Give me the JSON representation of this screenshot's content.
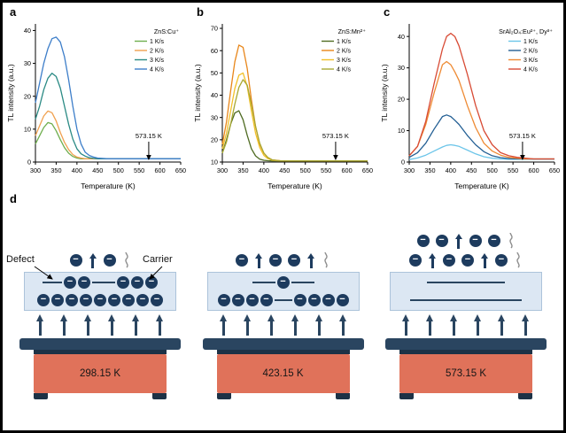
{
  "figure": {
    "background": "#ffffff",
    "border_color": "#000000"
  },
  "chart_data": [
    {
      "id": "a",
      "letter": "a",
      "type": "line",
      "title": "ZnS:Cu⁺",
      "xlabel": "Temperature (K)",
      "ylabel": "TL intensity (a.u.)",
      "xlim": [
        300,
        650
      ],
      "ylim": [
        0,
        42
      ],
      "x_ticks": [
        300,
        350,
        400,
        450,
        500,
        550,
        600,
        650
      ],
      "y_ticks": [
        0,
        10,
        20,
        30,
        40
      ],
      "annotation": {
        "text": "573.15 K",
        "x": 573
      },
      "legend_position": "top-right",
      "grid": false,
      "x": [
        300,
        310,
        320,
        330,
        340,
        350,
        360,
        370,
        380,
        390,
        400,
        410,
        420,
        430,
        440,
        450,
        475,
        500,
        550,
        600,
        650
      ],
      "series": [
        {
          "name": "1 K/s",
          "color": "#6fae4e",
          "y": [
            5.5,
            8,
            10.5,
            12,
            11.6,
            9.5,
            6.8,
            4.4,
            2.7,
            1.7,
            1.2,
            1,
            1,
            1,
            1,
            1,
            1,
            1,
            1,
            1,
            1
          ]
        },
        {
          "name": "2 K/s",
          "color": "#f0a14f",
          "y": [
            8,
            11,
            14,
            15.5,
            15,
            12.5,
            9,
            6,
            3.8,
            2.3,
            1.5,
            1.2,
            1,
            1,
            1,
            1,
            1,
            1,
            1,
            1,
            1
          ]
        },
        {
          "name": "3 K/s",
          "color": "#2a8a84",
          "y": [
            13,
            17,
            22,
            25.5,
            27,
            26,
            22.5,
            17,
            11.5,
            7,
            4,
            2.5,
            1.8,
            1.3,
            1.1,
            1,
            1,
            1,
            1,
            1,
            1
          ]
        },
        {
          "name": "4 K/s",
          "color": "#3d7ec9",
          "y": [
            18,
            24,
            30,
            34.5,
            37.5,
            38,
            36.5,
            32,
            25,
            17,
            10,
            5.5,
            3,
            2,
            1.5,
            1.2,
            1,
            1,
            1,
            1,
            1
          ]
        }
      ]
    },
    {
      "id": "b",
      "letter": "b",
      "type": "line",
      "title": "ZnS:Mn²⁺",
      "xlabel": "Temperature (K)",
      "ylabel": "TL intensity (a.u.)",
      "xlim": [
        300,
        650
      ],
      "ylim": [
        10,
        72
      ],
      "x_ticks": [
        300,
        350,
        400,
        450,
        500,
        550,
        600,
        650
      ],
      "y_ticks": [
        10,
        20,
        30,
        40,
        50,
        60,
        70
      ],
      "annotation": {
        "text": "573.15 K",
        "x": 573
      },
      "legend_position": "top-right",
      "grid": false,
      "x": [
        300,
        310,
        320,
        330,
        340,
        350,
        360,
        370,
        380,
        390,
        400,
        410,
        420,
        430,
        440,
        450,
        475,
        500,
        550,
        600,
        650
      ],
      "series": [
        {
          "name": "1 K/s",
          "color": "#4f6b22",
          "y": [
            14,
            20,
            27,
            32,
            33,
            29,
            22,
            16,
            12.8,
            11.3,
            10.8,
            10.6,
            10.5,
            10.5,
            10.5,
            10.5,
            10.5,
            10.5,
            10.5,
            10.5,
            10.5
          ]
        },
        {
          "name": "2 K/s",
          "color": "#e8861a",
          "y": [
            18,
            28,
            42,
            55,
            62.5,
            61.5,
            52,
            38,
            26,
            18,
            14,
            12,
            11,
            10.8,
            10.6,
            10.5,
            10.5,
            10.5,
            10.5,
            10.5,
            10.5
          ]
        },
        {
          "name": "3 K/s",
          "color": "#f2c029",
          "y": [
            16,
            23,
            33,
            43,
            49,
            50,
            44,
            33,
            23,
            16.5,
            13,
            11.5,
            10.8,
            10.6,
            10.5,
            10.5,
            10.5,
            10.5,
            10.5,
            10.5,
            10.5
          ]
        },
        {
          "name": "4 K/s",
          "color": "#a8a832",
          "y": [
            14,
            19,
            27,
            36,
            43.5,
            47,
            44.5,
            36,
            26,
            18.5,
            14,
            12,
            11,
            10.7,
            10.5,
            10.5,
            10.5,
            10.5,
            10.5,
            10.5,
            10.5
          ]
        }
      ]
    },
    {
      "id": "c",
      "letter": "c",
      "type": "line",
      "title": "SrAl₂O₄:Eu²⁺, Dy³⁺",
      "xlabel": "Temperature (K)",
      "ylabel": "TL intensity (a.u.)",
      "xlim": [
        300,
        650
      ],
      "ylim": [
        0,
        44
      ],
      "x_ticks": [
        300,
        350,
        400,
        450,
        500,
        550,
        600,
        650
      ],
      "y_ticks": [
        0,
        10,
        20,
        30,
        40
      ],
      "annotation": {
        "text": "573.15 K",
        "x": 573
      },
      "legend_position": "top-right",
      "grid": false,
      "x": [
        300,
        320,
        340,
        360,
        380,
        390,
        400,
        410,
        420,
        440,
        460,
        480,
        500,
        520,
        540,
        560,
        580,
        600,
        650
      ],
      "series": [
        {
          "name": "1 K/s",
          "color": "#6cc5e9",
          "y": [
            0.8,
            1.3,
            2.2,
            3.5,
            4.8,
            5.3,
            5.5,
            5.3,
            5,
            3.8,
            2.6,
            1.7,
            1.2,
            1,
            0.9,
            0.9,
            0.9,
            0.9,
            0.9
          ]
        },
        {
          "name": "2 K/s",
          "color": "#235f94",
          "y": [
            1.5,
            3,
            6,
            10.5,
            14.5,
            15,
            14.5,
            13.3,
            12,
            8.5,
            5.5,
            3.3,
            2,
            1.4,
            1.1,
            1,
            1,
            1,
            1
          ]
        },
        {
          "name": "3 K/s",
          "color": "#ee8a33",
          "y": [
            2,
            5,
            12,
            22,
            31,
            32,
            31,
            28.7,
            26,
            18,
            11,
            6,
            3.5,
            2.2,
            1.5,
            1.2,
            1,
            1,
            1
          ]
        },
        {
          "name": "4 K/s",
          "color": "#d84b35",
          "y": [
            2,
            5,
            13,
            25,
            36,
            40,
            41,
            40,
            37,
            28,
            18,
            10,
            5.5,
            3,
            2,
            1.5,
            1.2,
            1,
            1
          ]
        }
      ]
    }
  ],
  "diagram": {
    "letter": "d",
    "defect_label": "Defect",
    "carrier_label": "Carrier",
    "electron_symbol": "−",
    "heat_arrows_per_stage": 6,
    "colors": {
      "electron": "#1d3b5e",
      "heater_plate": "#2a4560",
      "heater_dark": "#1d3246",
      "material_fill": "#dce7f3",
      "material_border": "#acc3da",
      "base_fill": "#e0725a"
    },
    "stages": [
      {
        "temp": "298.15 K",
        "escaped": [
          [
            "e",
            "arrow",
            "e",
            "sq"
          ]
        ],
        "rows": [
          [
            {
              "line": 22
            },
            {
              "e": 2
            },
            {
              "line": 26
            },
            {
              "e": 3
            }
          ],
          [
            {
              "e": 9
            }
          ]
        ]
      },
      {
        "temp": "423.15 K",
        "escaped": [
          [
            "e",
            "arrow",
            "e",
            "e",
            "arrow",
            "sq"
          ]
        ],
        "rows": [
          [
            {
              "line": 26
            },
            {
              "e": 1
            },
            {
              "line": 26
            }
          ],
          [
            {
              "e": 4
            },
            {
              "line": 20
            },
            {
              "e": 4
            }
          ]
        ]
      },
      {
        "temp": "573.15 K",
        "escaped": [
          [
            "e",
            "e",
            "arrow",
            "e",
            "e",
            "sq"
          ],
          [
            "e",
            "arrow",
            "e",
            "e",
            "arrow",
            "e",
            "sq"
          ]
        ],
        "rows": [
          [
            {
              "line": 88
            }
          ],
          [
            {
              "line": 126
            }
          ]
        ]
      }
    ]
  }
}
